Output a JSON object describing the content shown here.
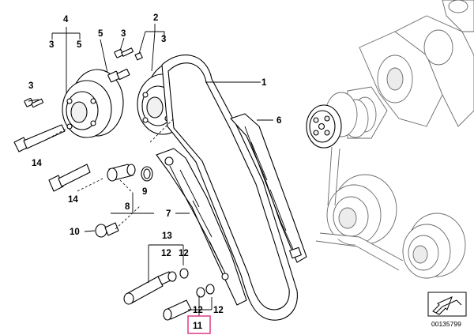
{
  "diagram": {
    "highlight_color": "#e0468c",
    "callouts": {
      "c1": "1",
      "c2": "2",
      "c3a": "3",
      "c3b": "3",
      "c3c": "3",
      "c3d": "3",
      "c4": "4",
      "c5a": "5",
      "c5b": "5",
      "c6": "6",
      "c7": "7",
      "c8": "8",
      "c9": "9",
      "c10": "10",
      "c11": "11",
      "c12a": "12",
      "c12b": "12",
      "c12c": "12",
      "c12d": "12",
      "c13": "13",
      "c14a": "14",
      "c14b": "14"
    },
    "document_id": "00135799",
    "icons": [
      "view-direction-arrow-icon"
    ]
  }
}
